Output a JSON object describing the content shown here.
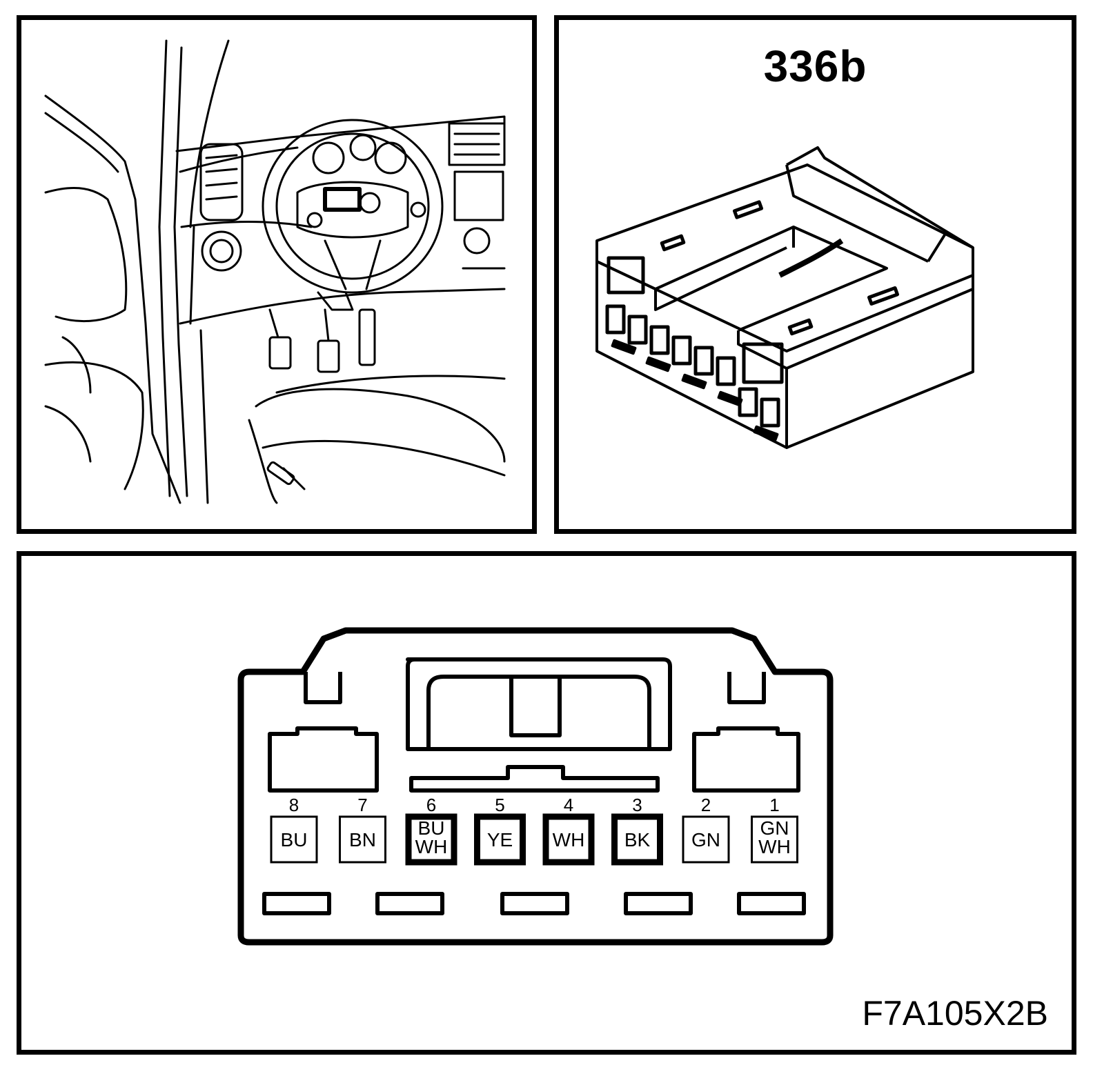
{
  "connector": {
    "id": "336b",
    "figure_code": "F7A105X2B"
  },
  "pins": [
    {
      "number": "8",
      "color": [
        "BU"
      ],
      "highlight": false
    },
    {
      "number": "7",
      "color": [
        "BN"
      ],
      "highlight": false
    },
    {
      "number": "6",
      "color": [
        "BU",
        "WH"
      ],
      "highlight": true
    },
    {
      "number": "5",
      "color": [
        "YE"
      ],
      "highlight": true
    },
    {
      "number": "4",
      "color": [
        "WH"
      ],
      "highlight": true
    },
    {
      "number": "3",
      "color": [
        "BK"
      ],
      "highlight": true
    },
    {
      "number": "2",
      "color": [
        "GN"
      ],
      "highlight": false
    },
    {
      "number": "1",
      "color": [
        "GN",
        "WH"
      ],
      "highlight": false
    }
  ],
  "colors": {
    "line": "#000000",
    "background": "#ffffff"
  }
}
